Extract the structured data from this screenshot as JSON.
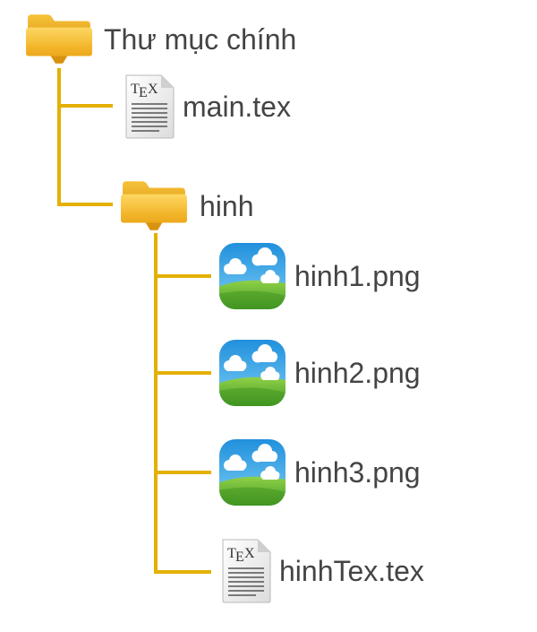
{
  "colors": {
    "connector": "#e3b000",
    "folder": "#f0b020",
    "label": "#444444"
  },
  "tree": {
    "root": {
      "label": "Thư mục chính",
      "icon": "folder-icon"
    },
    "main_file": {
      "label": "main.tex",
      "icon": "tex-file-icon"
    },
    "subfolder": {
      "label": "hinh",
      "icon": "folder-icon"
    },
    "images": [
      {
        "label": "hinh1.png",
        "icon": "image-icon"
      },
      {
        "label": "hinh2.png",
        "icon": "image-icon"
      },
      {
        "label": "hinh3.png",
        "icon": "image-icon"
      }
    ],
    "sub_file": {
      "label": "hinhTex.tex",
      "icon": "tex-file-icon"
    }
  }
}
